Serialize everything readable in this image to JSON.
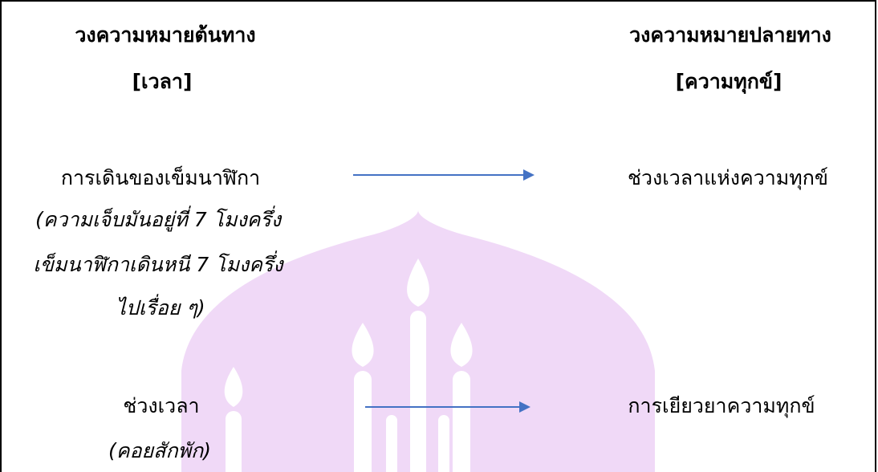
{
  "source": {
    "heading": "วงความหมายต้นทาง",
    "subheading": "[เวลา]",
    "item1": {
      "label": "การเดินของเข็มนาฬิกา",
      "note_lines": [
        "(ความเจ็บมันอยู่ที่ 7 โมงครึ่ง",
        "เข็มนาฬิกาเดินหนี 7 โมงครึ่ง",
        "ไปเรื่อย ๆ)"
      ]
    },
    "item2": {
      "label": "ช่วงเวลา",
      "note": "(คอยสักพัก)"
    }
  },
  "target": {
    "heading": "วงความหมายปลายทาง",
    "subheading": "[ความทุกข์]",
    "item1": "ช่วงเวลาแห่งความทุกข์",
    "item2": "การเยียวยาความทุกข์"
  },
  "colors": {
    "arrow": "#4472c4",
    "watermark": "#f0d9f7"
  }
}
